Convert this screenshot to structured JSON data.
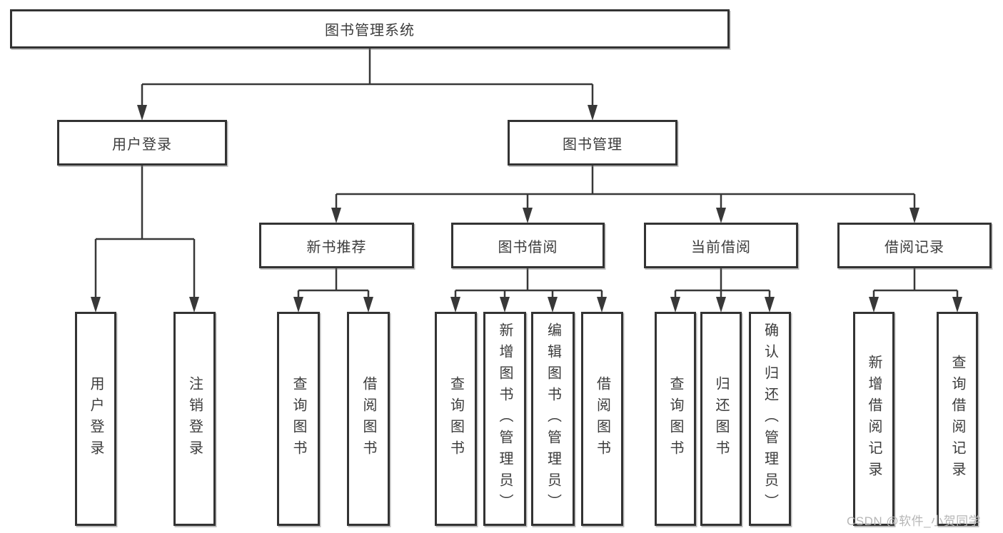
{
  "nodes": {
    "root": "图书管理系统",
    "userLogin": "用户登录",
    "bookMgmt": "图书管理",
    "loginAction": "用户登录",
    "logoutAction": "注销登录",
    "newBookRec": "新书推荐",
    "bookBorrow": "图书借阅",
    "currentBorrow": "当前借阅",
    "borrowRecords": "借阅记录",
    "nbQueryBook": "查询图书",
    "nbBorrowBook": "借阅图书",
    "bbQueryBook": "查询图书",
    "bbAddBook": "新增图书（管理员）",
    "bbEditBook": "编辑图书（管理员）",
    "bbBorrowBook": "借阅图书",
    "cbQueryBook": "查询图书",
    "cbReturnBook": "归还图书",
    "cbConfirmReturn": "确认归还（管理员）",
    "brAddRecord": "新增借阅记录",
    "brQueryRecord": "查询借阅记录"
  },
  "structure": {
    "root_children": [
      "userLogin",
      "bookMgmt"
    ],
    "userLogin_children": [
      "loginAction",
      "logoutAction"
    ],
    "bookMgmt_children": [
      "newBookRec",
      "bookBorrow",
      "currentBorrow",
      "borrowRecords"
    ],
    "newBookRec_children": [
      "nbQueryBook",
      "nbBorrowBook"
    ],
    "bookBorrow_children": [
      "bbQueryBook",
      "bbAddBook",
      "bbEditBook",
      "bbBorrowBook"
    ],
    "currentBorrow_children": [
      "cbQueryBook",
      "cbReturnBook",
      "cbConfirmReturn"
    ],
    "borrowRecords_children": [
      "brAddRecord",
      "brQueryRecord"
    ]
  },
  "watermark": "CSDN @软件_小贺同学",
  "colors": {
    "line": "#383838",
    "box_border": "#333333",
    "text": "#3c3c3c",
    "watermark": "#b6b6b6",
    "background": "#ffffff"
  }
}
